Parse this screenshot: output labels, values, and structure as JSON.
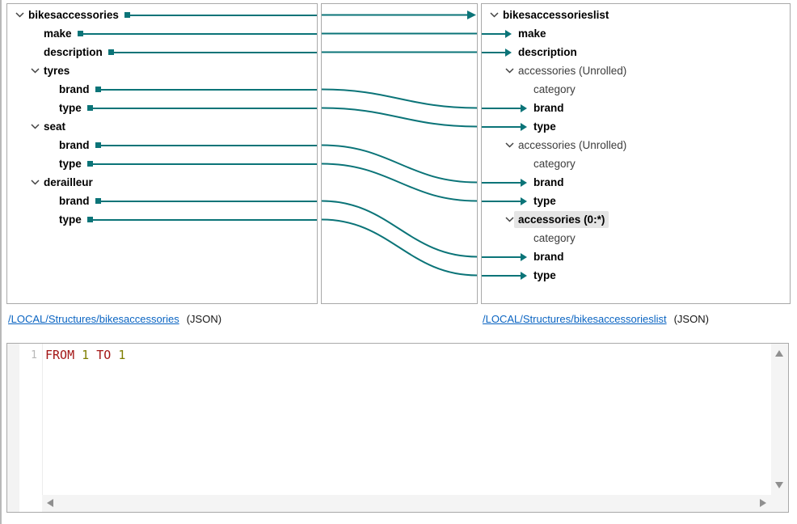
{
  "colors": {
    "teal": "#0b7478",
    "panel_border": "#a9a9a9",
    "highlight": "#e5e5e5",
    "link": "#0a64c2",
    "keyword": "#a31515",
    "number": "#7e7e00",
    "line_number": "#b8b8b8",
    "scroll_arrow": "#8f8f8f",
    "track": "#f4f4f4",
    "gutter": "#f3f3f3"
  },
  "source_tree": {
    "rows": [
      {
        "label": "bikesaccessories",
        "level": 0,
        "container": true,
        "bold": true,
        "connector": true
      },
      {
        "label": "make",
        "level": 1,
        "container": false,
        "bold": true,
        "connector": true
      },
      {
        "label": "description",
        "level": 1,
        "container": false,
        "bold": true,
        "connector": true
      },
      {
        "label": "tyres",
        "level": 1,
        "container": true,
        "bold": true,
        "connector": false
      },
      {
        "label": "brand",
        "level": 2,
        "container": false,
        "bold": true,
        "connector": true
      },
      {
        "label": "type",
        "level": 2,
        "container": false,
        "bold": true,
        "connector": true
      },
      {
        "label": "seat",
        "level": 1,
        "container": true,
        "bold": true,
        "connector": false
      },
      {
        "label": "brand",
        "level": 2,
        "container": false,
        "bold": true,
        "connector": true
      },
      {
        "label": "type",
        "level": 2,
        "container": false,
        "bold": true,
        "connector": true
      },
      {
        "label": "derailleur",
        "level": 1,
        "container": true,
        "bold": true,
        "connector": false
      },
      {
        "label": "brand",
        "level": 2,
        "container": false,
        "bold": true,
        "connector": true
      },
      {
        "label": "type",
        "level": 2,
        "container": false,
        "bold": true,
        "connector": true
      }
    ]
  },
  "target_tree": {
    "rows": [
      {
        "label": "bikesaccessorieslist",
        "level": 0,
        "container": true,
        "bold": true,
        "arrow": false,
        "highlighted": false
      },
      {
        "label": "make",
        "level": 1,
        "container": false,
        "bold": true,
        "arrow": true,
        "highlighted": false
      },
      {
        "label": "description",
        "level": 1,
        "container": false,
        "bold": true,
        "arrow": true,
        "highlighted": false
      },
      {
        "label": "accessories (Unrolled)",
        "level": 1,
        "container": true,
        "bold": false,
        "arrow": false,
        "highlighted": false
      },
      {
        "label": "category",
        "level": 2,
        "container": false,
        "bold": false,
        "arrow": false,
        "highlighted": false
      },
      {
        "label": "brand",
        "level": 2,
        "container": false,
        "bold": true,
        "arrow": true,
        "highlighted": false
      },
      {
        "label": "type",
        "level": 2,
        "container": false,
        "bold": true,
        "arrow": true,
        "highlighted": false
      },
      {
        "label": "accessories (Unrolled)",
        "level": 1,
        "container": true,
        "bold": false,
        "arrow": false,
        "highlighted": false
      },
      {
        "label": "category",
        "level": 2,
        "container": false,
        "bold": false,
        "arrow": false,
        "highlighted": false
      },
      {
        "label": "brand",
        "level": 2,
        "container": false,
        "bold": true,
        "arrow": true,
        "highlighted": false
      },
      {
        "label": "type",
        "level": 2,
        "container": false,
        "bold": true,
        "arrow": true,
        "highlighted": false
      },
      {
        "label": "accessories (0:*)",
        "level": 1,
        "container": true,
        "bold": true,
        "arrow": false,
        "highlighted": true
      },
      {
        "label": "category",
        "level": 2,
        "container": false,
        "bold": false,
        "arrow": false,
        "highlighted": false
      },
      {
        "label": "brand",
        "level": 2,
        "container": false,
        "bold": true,
        "arrow": true,
        "highlighted": false
      },
      {
        "label": "type",
        "level": 2,
        "container": false,
        "bold": true,
        "arrow": true,
        "highlighted": false
      }
    ]
  },
  "mappings": [
    {
      "source": 0,
      "target": 0,
      "arrow_at_edge": true
    },
    {
      "source": 1,
      "target": 1,
      "arrow_at_edge": false
    },
    {
      "source": 2,
      "target": 2,
      "arrow_at_edge": false
    },
    {
      "source": 4,
      "target": 5,
      "arrow_at_edge": false
    },
    {
      "source": 5,
      "target": 6,
      "arrow_at_edge": false
    },
    {
      "source": 7,
      "target": 9,
      "arrow_at_edge": false
    },
    {
      "source": 8,
      "target": 10,
      "arrow_at_edge": false
    },
    {
      "source": 10,
      "target": 13,
      "arrow_at_edge": false
    },
    {
      "source": 11,
      "target": 14,
      "arrow_at_edge": false
    }
  ],
  "source_link": {
    "path": "/LOCAL/Structures/bikesaccessories",
    "format": "(JSON)"
  },
  "target_link": {
    "path": "/LOCAL/Structures/bikesaccessorieslist",
    "format": "(JSON)"
  },
  "editor": {
    "line_number": "1",
    "tokens": [
      {
        "text": "FROM",
        "type": "keyword"
      },
      {
        "text": "1",
        "type": "number"
      },
      {
        "text": "TO",
        "type": "keyword"
      },
      {
        "text": "1",
        "type": "number"
      }
    ]
  }
}
